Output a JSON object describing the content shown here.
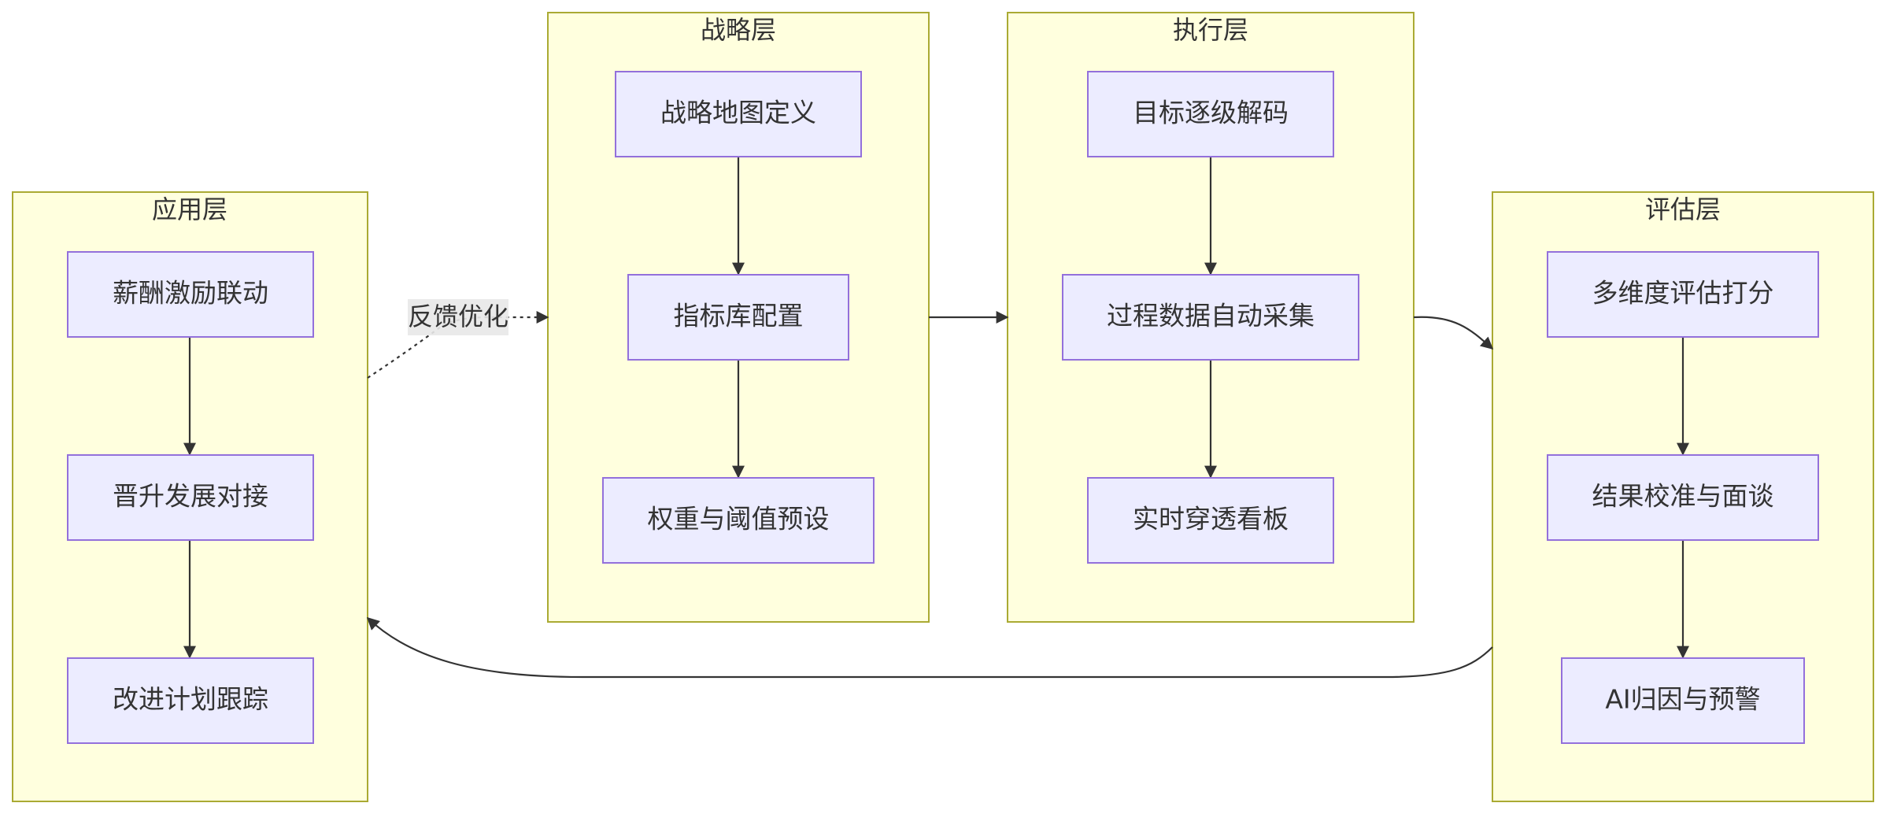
{
  "clusters": {
    "strategy": "战略层",
    "execution": "执行层",
    "application": "应用层",
    "evaluation": "评估层"
  },
  "nodes": {
    "strategy_map": "战略地图定义",
    "indicator_lib": "指标库配置",
    "weight_threshold": "权重与阈值预设",
    "goal_decode": "目标逐级解码",
    "process_data": "过程数据自动采集",
    "realtime_board": "实时穿透看板",
    "salary_link": "薪酬激励联动",
    "promotion": "晋升发展对接",
    "improvement": "改进计划跟踪",
    "multi_eval": "多维度评估打分",
    "calibration": "结果校准与面谈",
    "ai_warning": "AI归因与预警"
  },
  "edges": {
    "feedback_label": "反馈优化"
  },
  "colors": {
    "cluster_fill": "#ffffde",
    "cluster_stroke": "#aaaa33",
    "node_fill": "#ececff",
    "node_stroke": "#9370db",
    "edge": "#333333"
  }
}
